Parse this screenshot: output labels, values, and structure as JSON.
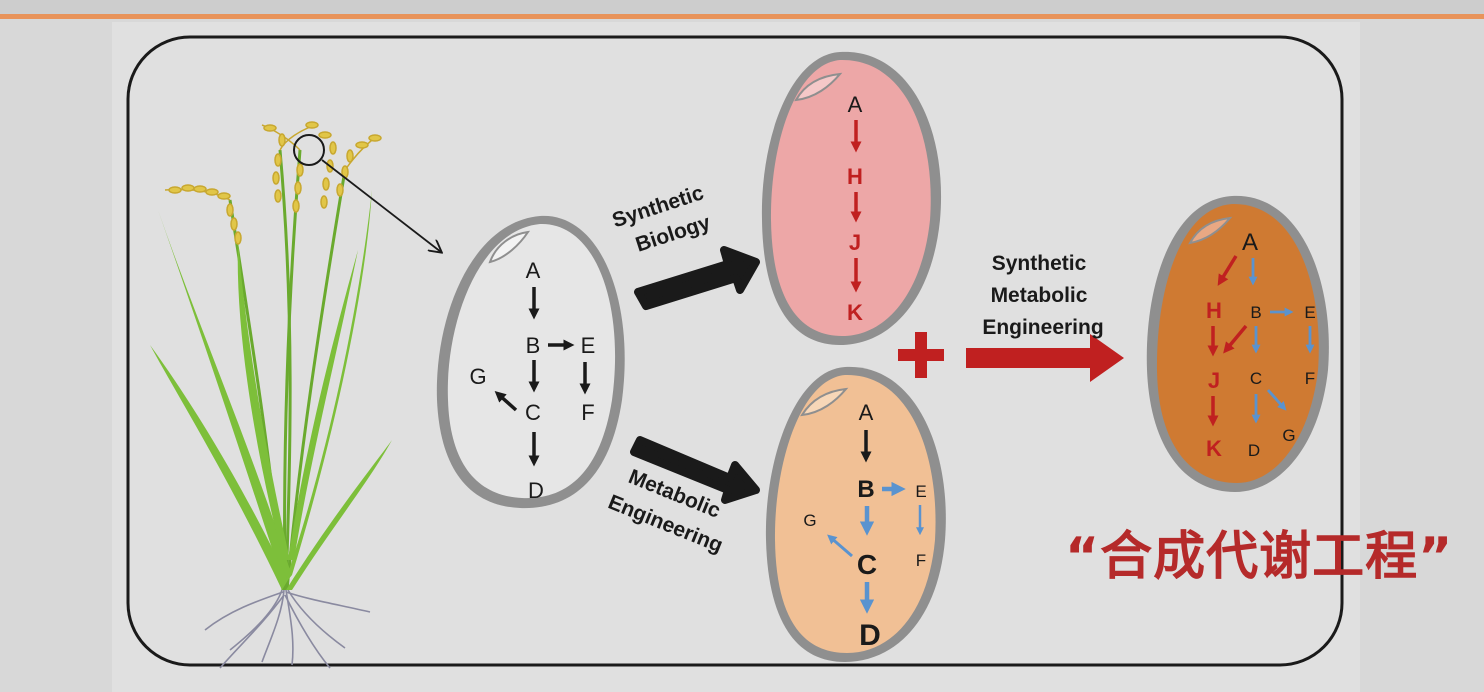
{
  "colors": {
    "frame": "#1a1a1a",
    "seed_plain_fill": "#e6e6e6",
    "seed_synbio_fill": "#eda7a7",
    "seed_metabolic_fill": "#f1c095",
    "seed_combined_fill": "#cf7a32",
    "seed_shell": "#8f8f8f",
    "arrow_black": "#1a1a1a",
    "arrow_red": "#c02020",
    "arrow_blue": "#5a93cf",
    "caption_red": "#b52a2a",
    "leaf_green": "#7dbf3a",
    "grain_yellow": "#e1c648"
  },
  "icons": {
    "plant": "rice-plant-icon",
    "magnifier": "zoom-circle-icon"
  },
  "labels": {
    "synthetic_biology": [
      "Synthetic",
      "Biology"
    ],
    "metabolic_engineering": [
      "Metabolic",
      "Engineering"
    ],
    "synthetic_metabolic_engineering": [
      "Synthetic",
      "Metabolic",
      "Engineering"
    ],
    "plus_sign": "+"
  },
  "seed_plain": {
    "A": "A",
    "B": "B",
    "C": "C",
    "D": "D",
    "E": "E",
    "F": "F",
    "G": "G"
  },
  "seed_synbio": {
    "A": "A",
    "H": "H",
    "J": "J",
    "K": "K"
  },
  "seed_metabolic": {
    "A": "A",
    "B": "B",
    "C": "C",
    "D": "D",
    "E": "E",
    "F": "F",
    "G": "G"
  },
  "seed_combined": {
    "A": "A",
    "H": "H",
    "J": "J",
    "K": "K",
    "B": "B",
    "C": "C",
    "D": "D",
    "E": "E",
    "F": "F",
    "G": "G"
  },
  "caption": "“合成代谢工程”"
}
